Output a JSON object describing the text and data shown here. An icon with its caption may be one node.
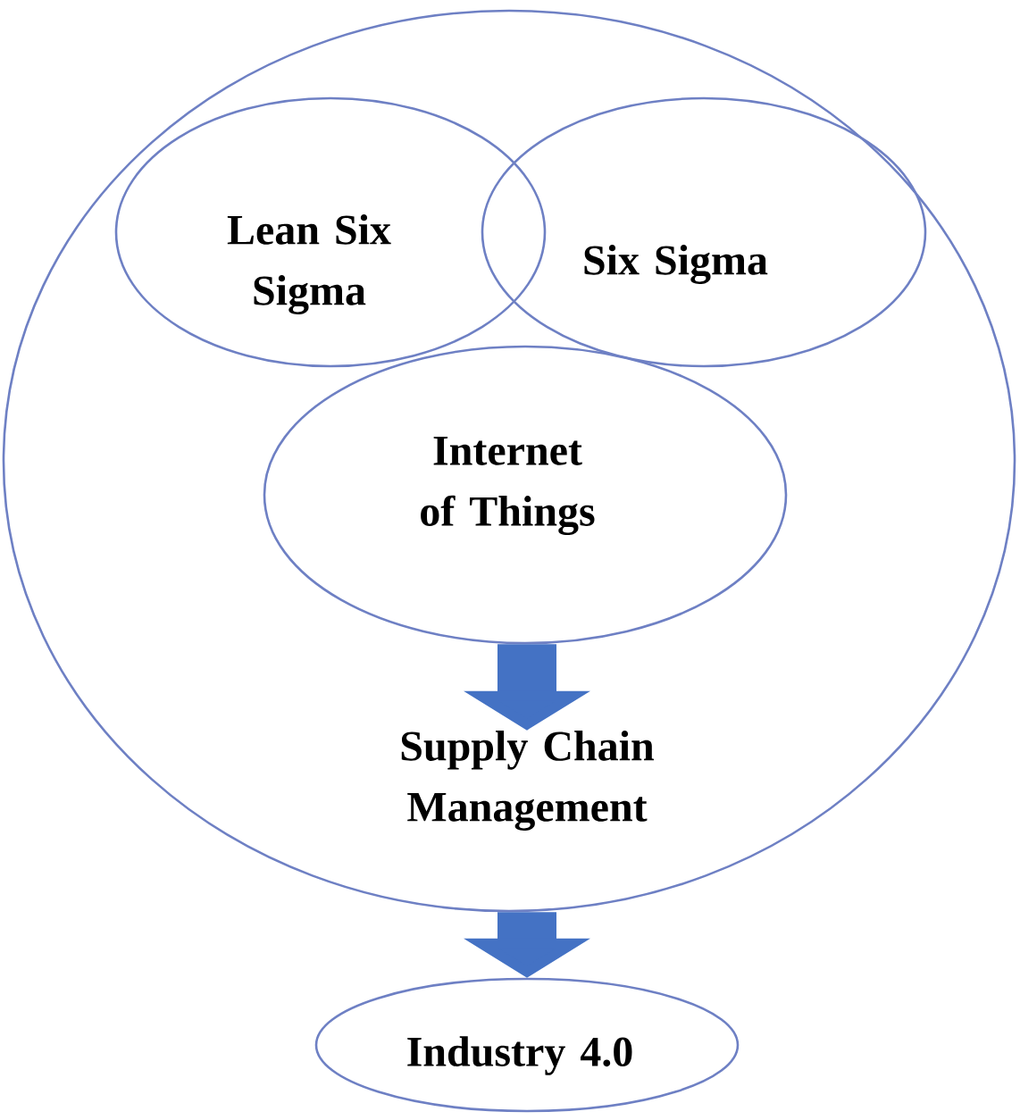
{
  "diagram": {
    "nodes": [
      {
        "text": [],
        "shape": "circle"
      },
      {
        "text": [
          "Lean Six Sigma"
        ],
        "in": 0
      },
      {
        "text": [
          "Six Sigma"
        ],
        "in": 0
      },
      {
        "text": [
          "Internet of Things"
        ],
        "in": 0
      },
      {
        "text": [
          "Supply Chain Management"
        ],
        "in": 0
      },
      {
        "text": [
          "Industry 4.0"
        ]
      }
    ],
    "edges": [
      {
        "from": 3,
        "to": 4,
        "arrow": "to"
      },
      {
        "from": 0,
        "to": 5,
        "arrow": "to"
      }
    ]
  }
}
